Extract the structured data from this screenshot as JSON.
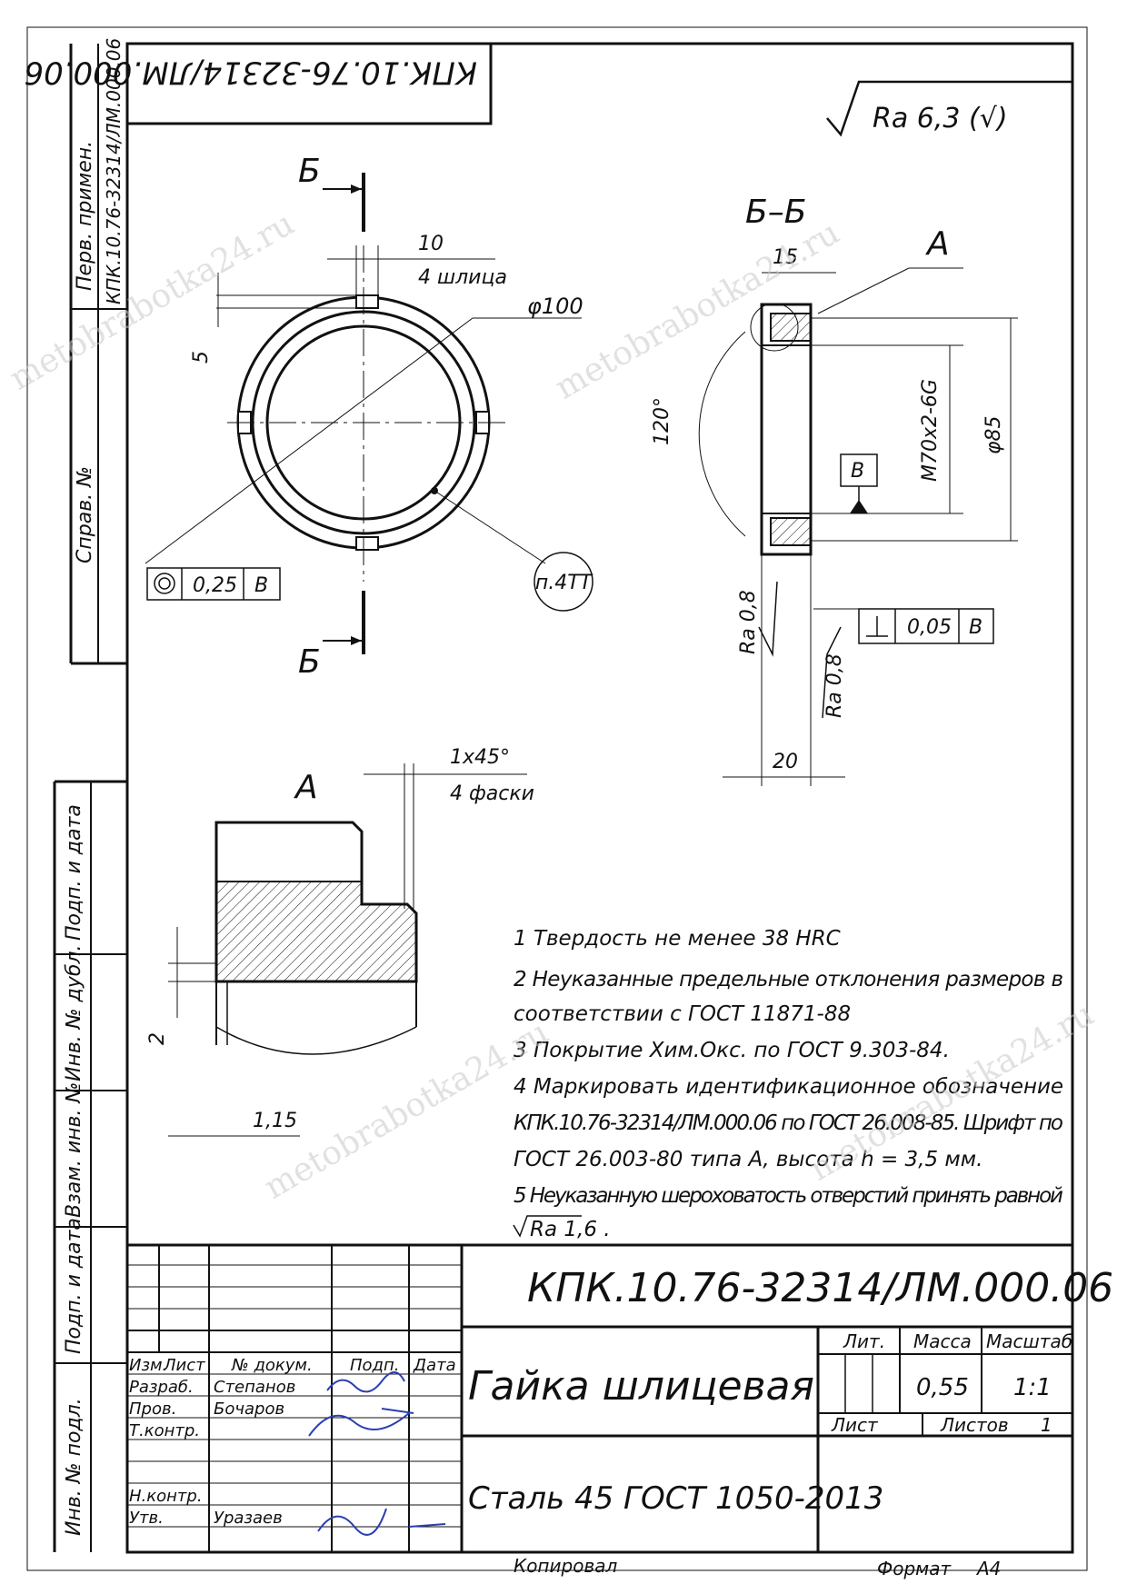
{
  "stamp_top": "КПК.10.76-32314/ЛМ.000.06",
  "roughness_general": "Ra 6,3 (√)",
  "side_labels": [
    "Перв. примен.",
    "КПК.10.76-32314/ЛМ.000.06",
    "Справ. №",
    "Подп. и дата",
    "Инв. № дубл.",
    "Взам. инв. №",
    "Подп. и дата",
    "Инв. № подл."
  ],
  "front_view": {
    "section_mark": "Б",
    "dim_slot_width": "10",
    "slot_note": "4 шлица",
    "dim_slot_depth": "5",
    "dim_outer_diameter": "φ100",
    "tolerance_value": "0,25",
    "tolerance_base": "В",
    "note_ref": "п.4ТТ"
  },
  "section_view": {
    "title": "Б–Б",
    "detail_mark": "А",
    "dim_width_top": "15",
    "dim_thread": "M70x2-6G",
    "dim_diameter_85": "φ85",
    "angle": "120°",
    "base_label": "В",
    "roughness_left": "Ra 0,8",
    "roughness_right": "Ra 0,8",
    "perp_tolerance": "0,05",
    "perp_base": "В",
    "dim_width_bottom": "20"
  },
  "detail_view": {
    "title": "А",
    "chamfer": "1x45°",
    "chamfer_note": "4 фаски",
    "dim_2": "2",
    "dim_115": "1,15"
  },
  "notes": [
    "1  Твердость не менее 38 HRC",
    "2  Неуказанные предельные отклонения размеров в",
    "соответствии с ГОСТ 11871-88",
    "3  Покрытие Хим.Окс. по ГОСТ 9.303-84.",
    "4  Маркировать идентификационное обозначение",
    "КПК.10.76-32314/ЛМ.000.06 по ГОСТ 26.008-85. Шрифт по",
    "ГОСТ 26.003-80 типа А, высота h = 3,5 мм.",
    "5  Неуказанную шероховатость отверстий принять равной",
    "Ra 1,6 ."
  ],
  "title_block": {
    "designation": "КПК.10.76-32314/ЛМ.000.06",
    "part_name": "Гайка шлицевая",
    "material": "Сталь 45 ГОСТ 1050-2013",
    "lit_label": "Лит.",
    "mass_label": "Масса",
    "scale_label": "Масштаб",
    "mass": "0,55",
    "scale": "1:1",
    "sheet_label": "Лист",
    "sheets_label": "Листов",
    "sheets_count": "1",
    "headers": [
      "Изм.",
      "Лист",
      "№ докум.",
      "Подп.",
      "Дата"
    ],
    "roles": [
      "Разраб.",
      "Пров.",
      "Т.контр.",
      "",
      "Н.контр.",
      "Утв."
    ],
    "names": [
      "Степанов",
      "Бочаров",
      "",
      "",
      "",
      "Уразаев"
    ]
  },
  "footer": {
    "copied": "Копировал",
    "format_label": "Формат",
    "format": "A4"
  },
  "watermark": "metobrabotka24.ru"
}
